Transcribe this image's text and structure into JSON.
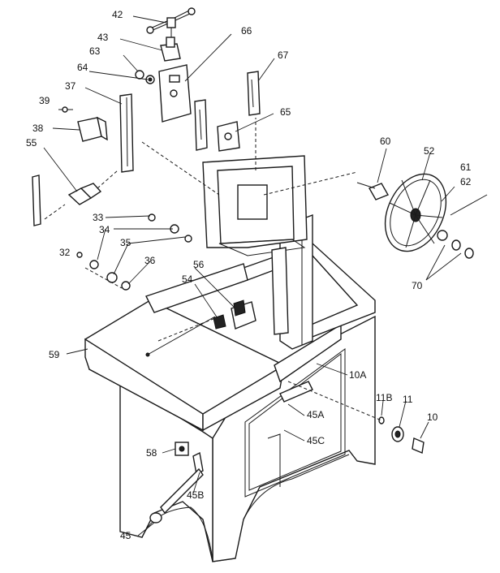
{
  "callouts": [
    {
      "id": "42",
      "text": "42"
    },
    {
      "id": "43",
      "text": "43"
    },
    {
      "id": "63",
      "text": "63"
    },
    {
      "id": "64",
      "text": "64"
    },
    {
      "id": "66",
      "text": "66"
    },
    {
      "id": "67",
      "text": "67"
    },
    {
      "id": "37",
      "text": "37"
    },
    {
      "id": "39",
      "text": "39"
    },
    {
      "id": "65",
      "text": "65"
    },
    {
      "id": "38",
      "text": "38"
    },
    {
      "id": "55",
      "text": "55"
    },
    {
      "id": "60",
      "text": "60"
    },
    {
      "id": "52",
      "text": "52"
    },
    {
      "id": "61",
      "text": "61"
    },
    {
      "id": "62",
      "text": "62"
    },
    {
      "id": "33",
      "text": "33"
    },
    {
      "id": "34",
      "text": "34"
    },
    {
      "id": "32",
      "text": "32"
    },
    {
      "id": "35",
      "text": "35"
    },
    {
      "id": "36",
      "text": "36"
    },
    {
      "id": "56",
      "text": "56"
    },
    {
      "id": "54",
      "text": "54"
    },
    {
      "id": "70",
      "text": "70"
    },
    {
      "id": "59",
      "text": "59"
    },
    {
      "id": "10A",
      "text": "10A"
    },
    {
      "id": "11B",
      "text": "11B"
    },
    {
      "id": "11",
      "text": "11"
    },
    {
      "id": "45A",
      "text": "45A"
    },
    {
      "id": "10",
      "text": "10"
    },
    {
      "id": "45C",
      "text": "45C"
    },
    {
      "id": "58",
      "text": "58"
    },
    {
      "id": "45B",
      "text": "45B"
    },
    {
      "id": "45",
      "text": "45"
    }
  ]
}
